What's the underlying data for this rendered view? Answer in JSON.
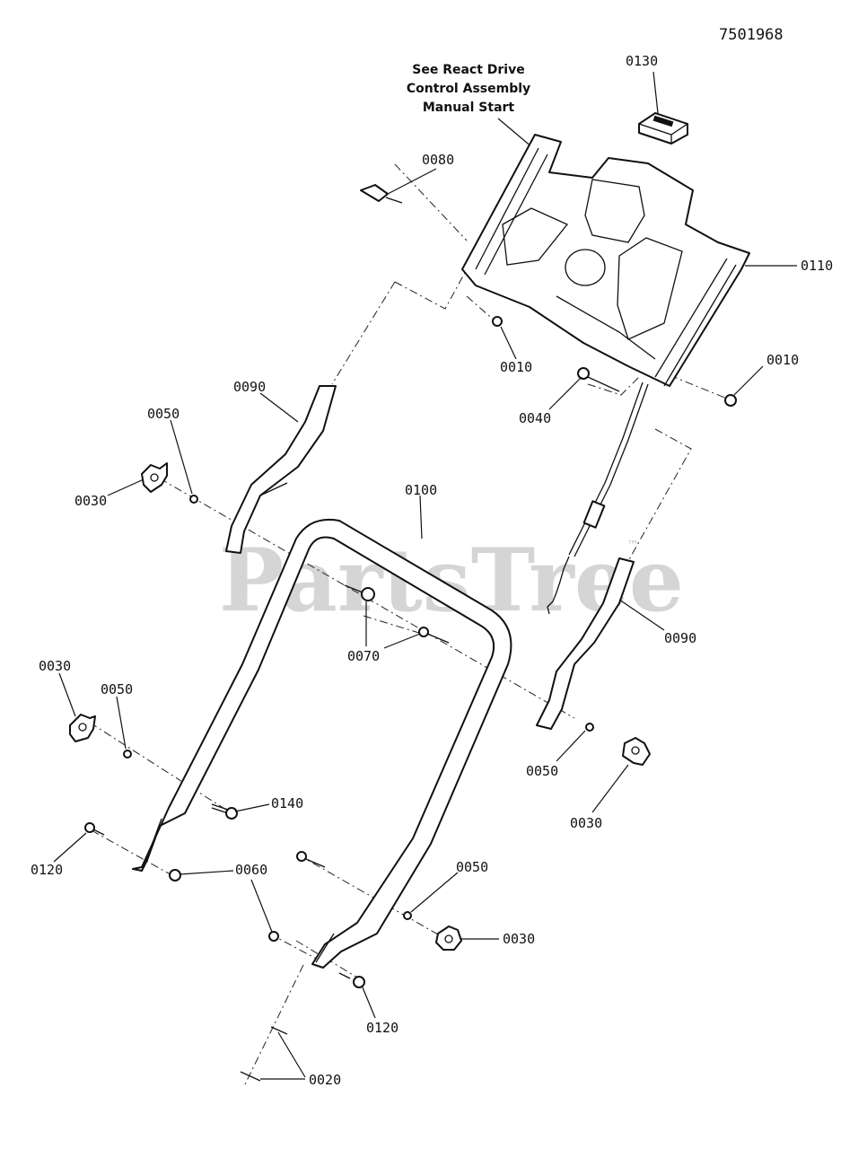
{
  "document_number": "7501968",
  "watermark": "PartsTree",
  "watermark_tm": "™",
  "note": {
    "line1": "See React Drive",
    "line2": "Control Assembly",
    "line3": "Manual Start"
  },
  "labels": {
    "p0130": "0130",
    "p0080": "0080",
    "p0110": "0110",
    "p0010a": "0010",
    "p0010b": "0010",
    "p0040": "0040",
    "p0090a": "0090",
    "p0050a": "0050",
    "p0030a": "0030",
    "p0100": "0100",
    "p0070": "0070",
    "p0090b": "0090",
    "p0030b": "0030",
    "p0050b": "0050",
    "p0050c": "0050",
    "p0030c": "0030",
    "p0140": "0140",
    "p0120a": "0120",
    "p0060": "0060",
    "p0050d": "0050",
    "p0030d": "0030",
    "p0120b": "0120",
    "p0020": "0020"
  }
}
